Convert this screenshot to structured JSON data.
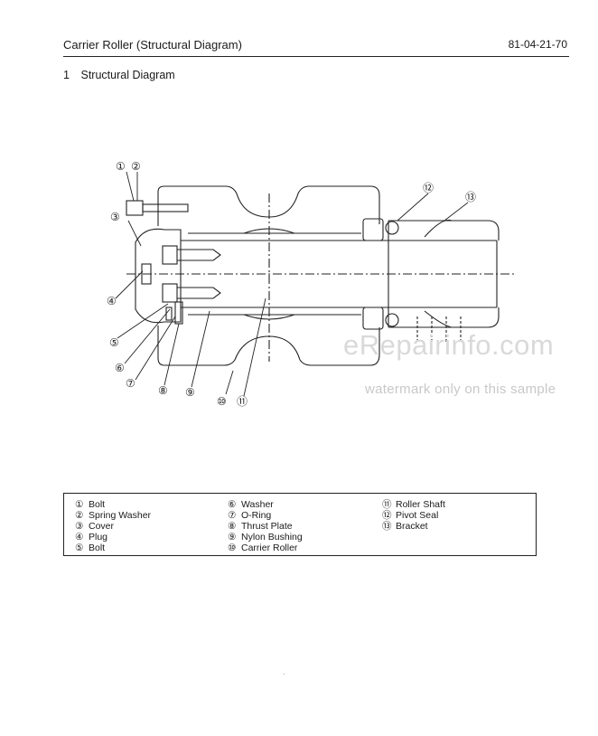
{
  "header": {
    "title": "Carrier Roller (Structural Diagram)",
    "code": "81-04-21-70"
  },
  "section": {
    "number": "1",
    "title": "Structural Diagram"
  },
  "callouts": [
    "①",
    "②",
    "③",
    "④",
    "⑤",
    "⑥",
    "⑦",
    "⑧",
    "⑨",
    "⑩",
    "⑪",
    "⑫",
    "⑬"
  ],
  "watermark": {
    "main": "eRepairinfo.com",
    "sub": "watermark only on this sample"
  },
  "legend": {
    "col1": [
      {
        "mark": "①",
        "label": "Bolt"
      },
      {
        "mark": "②",
        "label": "Spring Washer"
      },
      {
        "mark": "③",
        "label": "Cover"
      },
      {
        "mark": "④",
        "label": "Plug"
      },
      {
        "mark": "⑤",
        "label": "Bolt"
      }
    ],
    "col2": [
      {
        "mark": "⑥",
        "label": "Washer"
      },
      {
        "mark": "⑦",
        "label": "O-Ring"
      },
      {
        "mark": "⑧",
        "label": "Thrust Plate"
      },
      {
        "mark": "⑨",
        "label": "Nylon Bushing"
      },
      {
        "mark": "⑩",
        "label": "Carrier Roller"
      }
    ],
    "col3": [
      {
        "mark": "⑪",
        "label": "Roller Shaft"
      },
      {
        "mark": "⑫",
        "label": "Pivot Seal"
      },
      {
        "mark": "⑬",
        "label": "Bracket"
      }
    ]
  }
}
